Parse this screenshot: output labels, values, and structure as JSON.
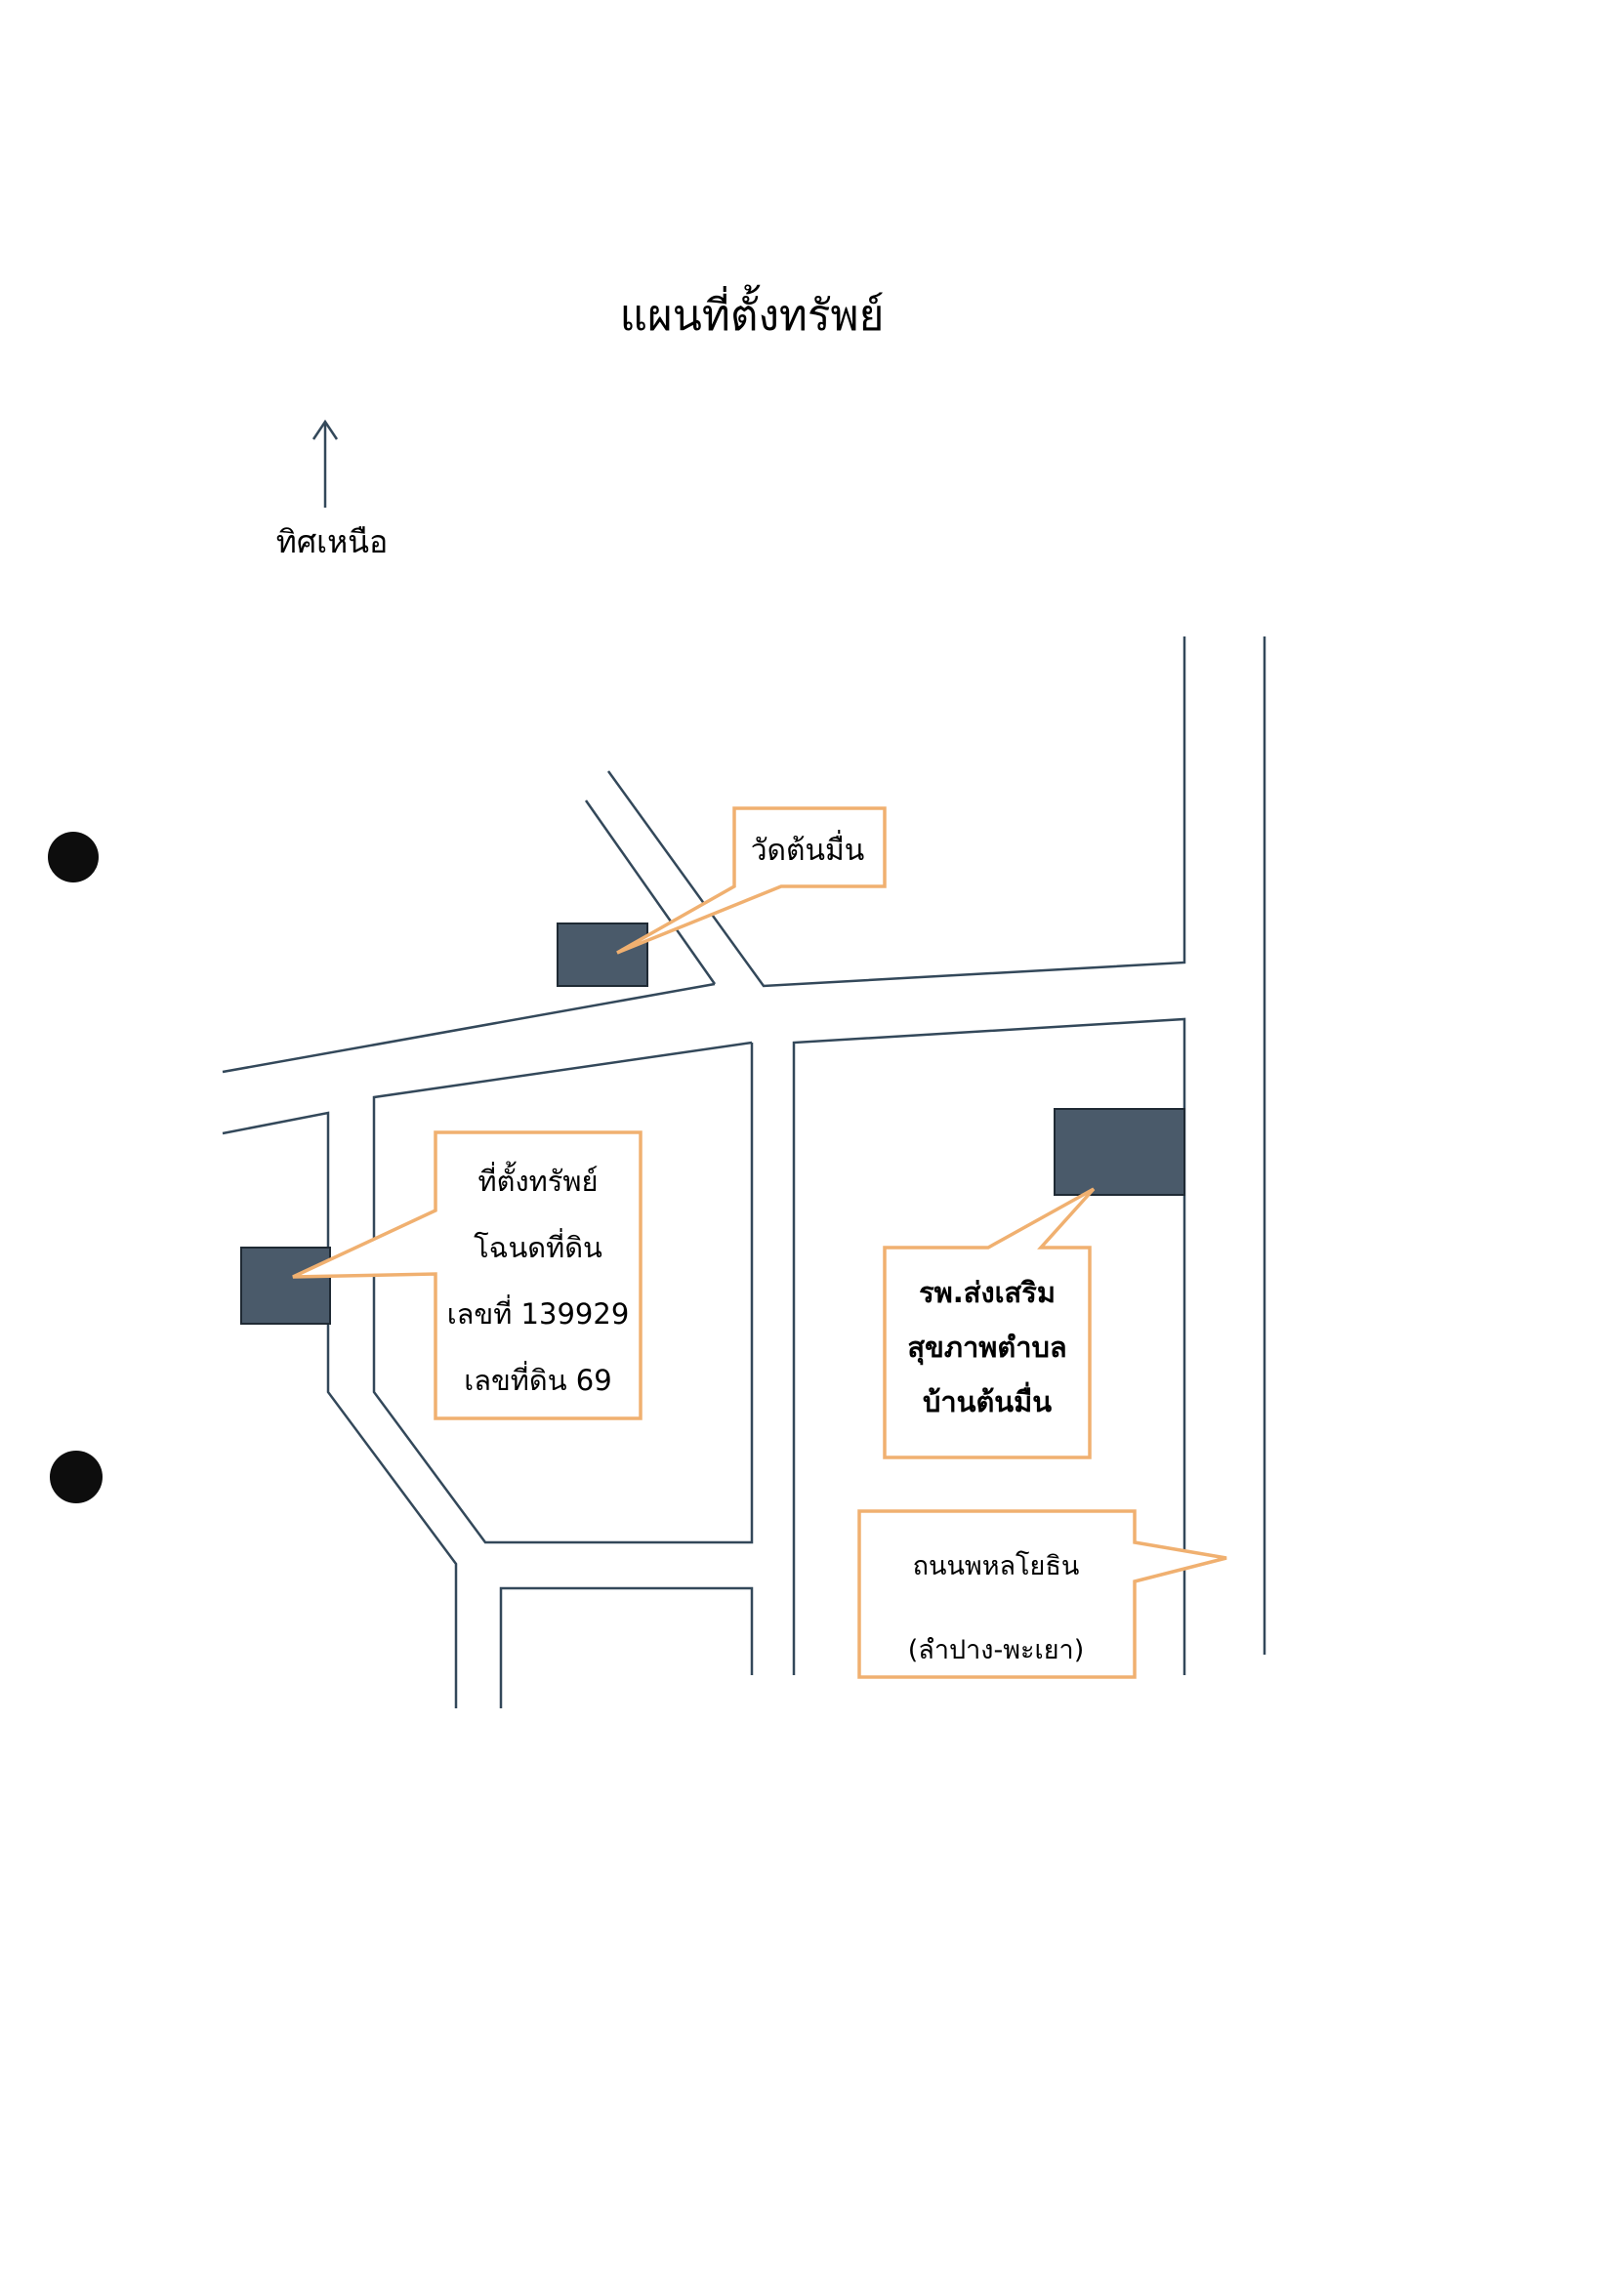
{
  "map": {
    "title": "แผนที่ตั้งทรัพย์",
    "north_label": "ทิศเหนือ",
    "colors": {
      "road_line": "#33485a",
      "building_fill": "#4a5a6a",
      "building_stroke": "#1f2a34",
      "callout_border": "#f0b070",
      "arrow": "#33485a"
    },
    "callouts": {
      "wat": {
        "lines": [
          "วัดต้นมื่น"
        ]
      },
      "property": {
        "lines": [
          "ที่ตั้งทรัพย์",
          "โฉนดที่ดิน",
          "เลขที่ 139929",
          "เลขที่ดิน 69"
        ]
      },
      "hospital": {
        "lines": [
          "รพ.ส่งเสริม",
          "สุขภาพตำบล",
          "บ้านต้นมื่น"
        ]
      },
      "road": {
        "lines": [
          "ถนนพหลโยธิน",
          "(ลำปาง-พะเยา)"
        ]
      }
    }
  }
}
